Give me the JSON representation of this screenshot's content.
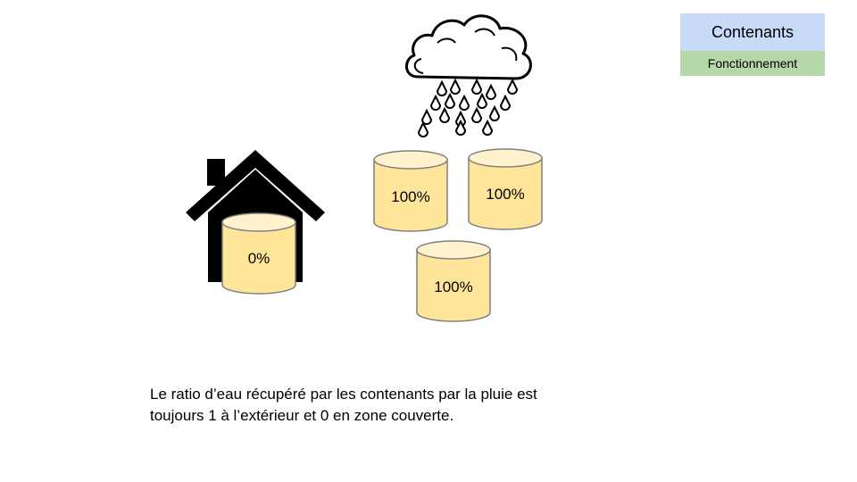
{
  "nav": {
    "containers_label": "Contenants",
    "operation_label": "Fonctionnement"
  },
  "icons": {
    "cloud": "rain-cloud-icon",
    "house": "house-icon"
  },
  "colors": {
    "barrel_fill": "#ffe599",
    "barrel_stroke": "#7f7f7f",
    "nav_top_bg": "#c9daf8",
    "nav_bottom_bg": "#b6d7a8"
  },
  "barrels": {
    "indoor": {
      "label": "0%"
    },
    "outdoor_1": {
      "label": "100%"
    },
    "outdoor_2": {
      "label": "100%"
    },
    "outdoor_3": {
      "label": "100%"
    }
  },
  "caption": {
    "line1": "Le ratio d’eau récupéré par les contenants par la pluie est",
    "line2": "toujours 1 à l’extérieur et 0 en zone couverte."
  }
}
